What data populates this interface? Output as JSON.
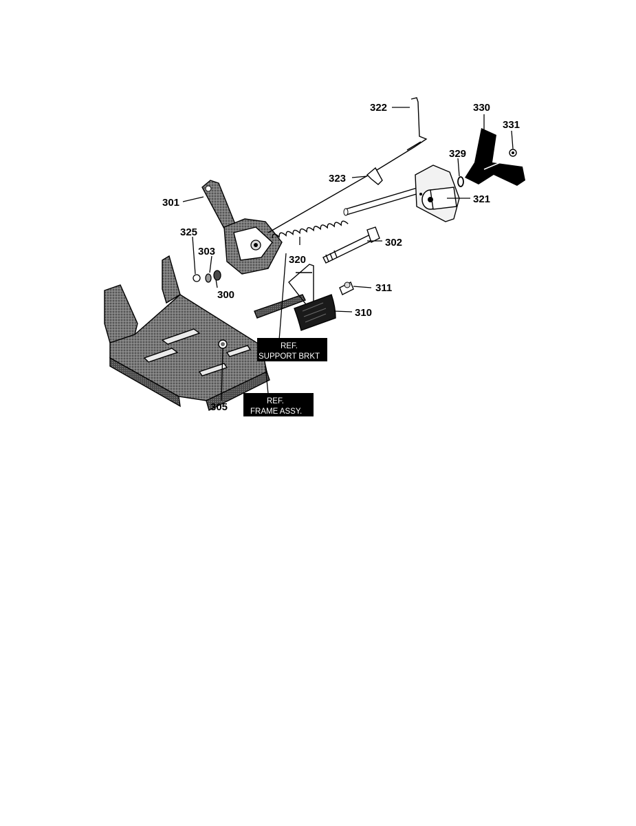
{
  "callouts": {
    "c300": "300",
    "c301": "301",
    "c302": "302",
    "c303": "303",
    "c305": "305",
    "c310": "310",
    "c311": "311",
    "c320": "320",
    "c321": "321",
    "c322": "322",
    "c323": "323",
    "c325": "325",
    "c329": "329",
    "c330": "330",
    "c331": "331"
  },
  "ref_labels": {
    "support_line1": "REF.",
    "support_line2": "SUPPORT BRKT",
    "frame_line1": "REF.",
    "frame_line2": "FRAME ASSY."
  },
  "colors": {
    "ink": "#000000",
    "metal_dark": "#5a5a5a",
    "metal_mid": "#8c8c8c",
    "metal_light": "#d9d9d9",
    "paper": "#ffffff"
  }
}
